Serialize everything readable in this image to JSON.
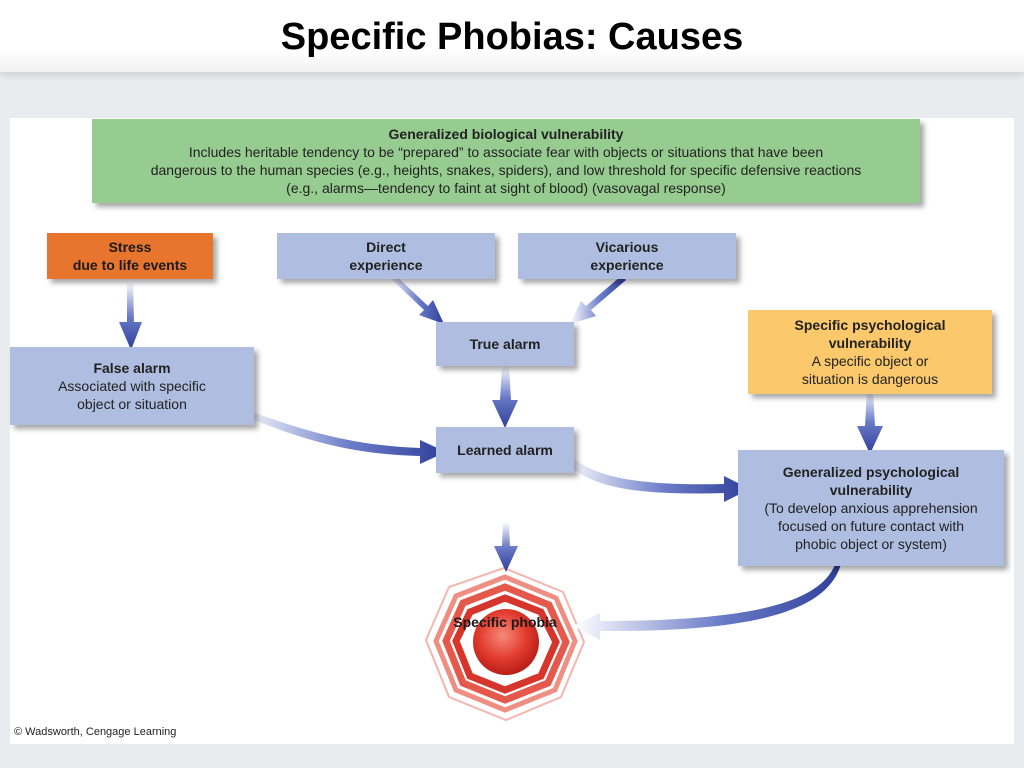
{
  "title": "Specific Phobias: Causes",
  "boxes": {
    "bio": {
      "title": "Generalized biological vulnerability",
      "lines": [
        "Includes heritable tendency to be “prepared” to associate fear with objects or situations that have been",
        "dangerous to the human species (e.g., heights, snakes, spiders), and low threshold for specific defensive reactions",
        "(e.g., alarms—tendency to faint at sight of blood) (vasovagal response)"
      ]
    },
    "stress": {
      "line1": "Stress",
      "line2": "due to life events"
    },
    "direct": {
      "line1": "Direct",
      "line2": "experience"
    },
    "vicarious": {
      "line1": "Vicarious",
      "line2": "experience"
    },
    "true_alarm": {
      "label": "True alarm"
    },
    "false_alarm": {
      "title": "False alarm",
      "line1": "Associated with specific",
      "line2": "object or situation"
    },
    "learned_alarm": {
      "label": "Learned alarm"
    },
    "specific_psych": {
      "title1": "Specific psychological",
      "title2": "vulnerability",
      "line1": "A specific object or",
      "line2": "situation is dangerous"
    },
    "general_psych": {
      "title1": "Generalized psychological",
      "title2": "vulnerability",
      "line1": "(To develop anxious apprehension",
      "line2": "focused on future contact with",
      "line3": "phobic object or system)"
    }
  },
  "outcome": {
    "label": "Specific phobia"
  },
  "credit": "© Wadsworth, Cengage Learning",
  "colors": {
    "blue_box": "#aebde0",
    "green_box": "#97cc90",
    "orange_box": "#e8752e",
    "yellow_box": "#fbc86b",
    "arrow": "#2f3f9a",
    "target_red": "#e23b2e"
  }
}
